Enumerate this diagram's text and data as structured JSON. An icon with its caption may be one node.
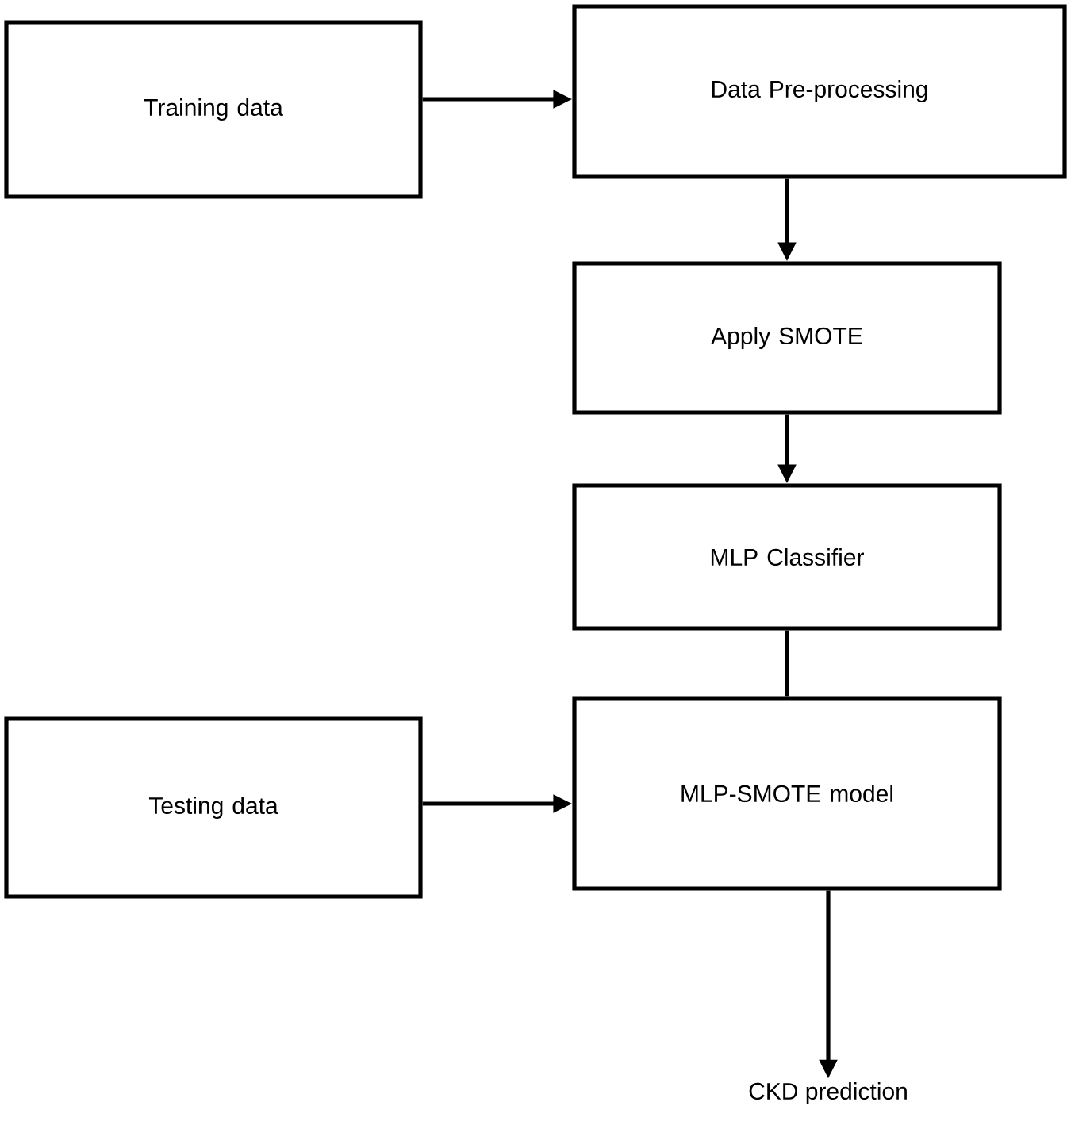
{
  "diagram": {
    "nodes": [
      {
        "text": [
          "Training data"
        ]
      },
      {
        "text": [
          "Data Pre-processing"
        ]
      },
      {
        "text": [
          "Apply SMOTE"
        ]
      },
      {
        "text": [
          "MLP Classifier"
        ]
      },
      {
        "text": [
          "Testing data"
        ]
      },
      {
        "text": [
          "MLP-SMOTE model"
        ]
      },
      {
        "text": [
          "CKD prediction"
        ]
      }
    ],
    "edges": [
      {
        "from": 0,
        "to": 1,
        "arrow": "to"
      },
      {
        "from": 1,
        "to": 2,
        "arrow": "to"
      },
      {
        "from": 2,
        "to": 3,
        "arrow": "to"
      },
      {
        "from": 3,
        "to": 5,
        "arrow": "none"
      },
      {
        "from": 4,
        "to": 5,
        "arrow": "to"
      },
      {
        "from": 5,
        "to": 6,
        "arrow": "to"
      }
    ]
  }
}
